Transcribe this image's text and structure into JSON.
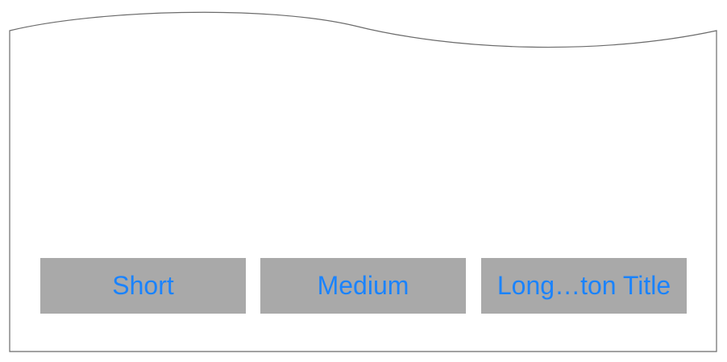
{
  "buttons": [
    {
      "label": "Short"
    },
    {
      "label": "Medium"
    },
    {
      "label": "Long…ton Title"
    }
  ],
  "colors": {
    "button_background": "#a9a9a9",
    "button_text": "#1a83ff",
    "frame_stroke": "#6b6b6b",
    "background": "#ffffff"
  }
}
